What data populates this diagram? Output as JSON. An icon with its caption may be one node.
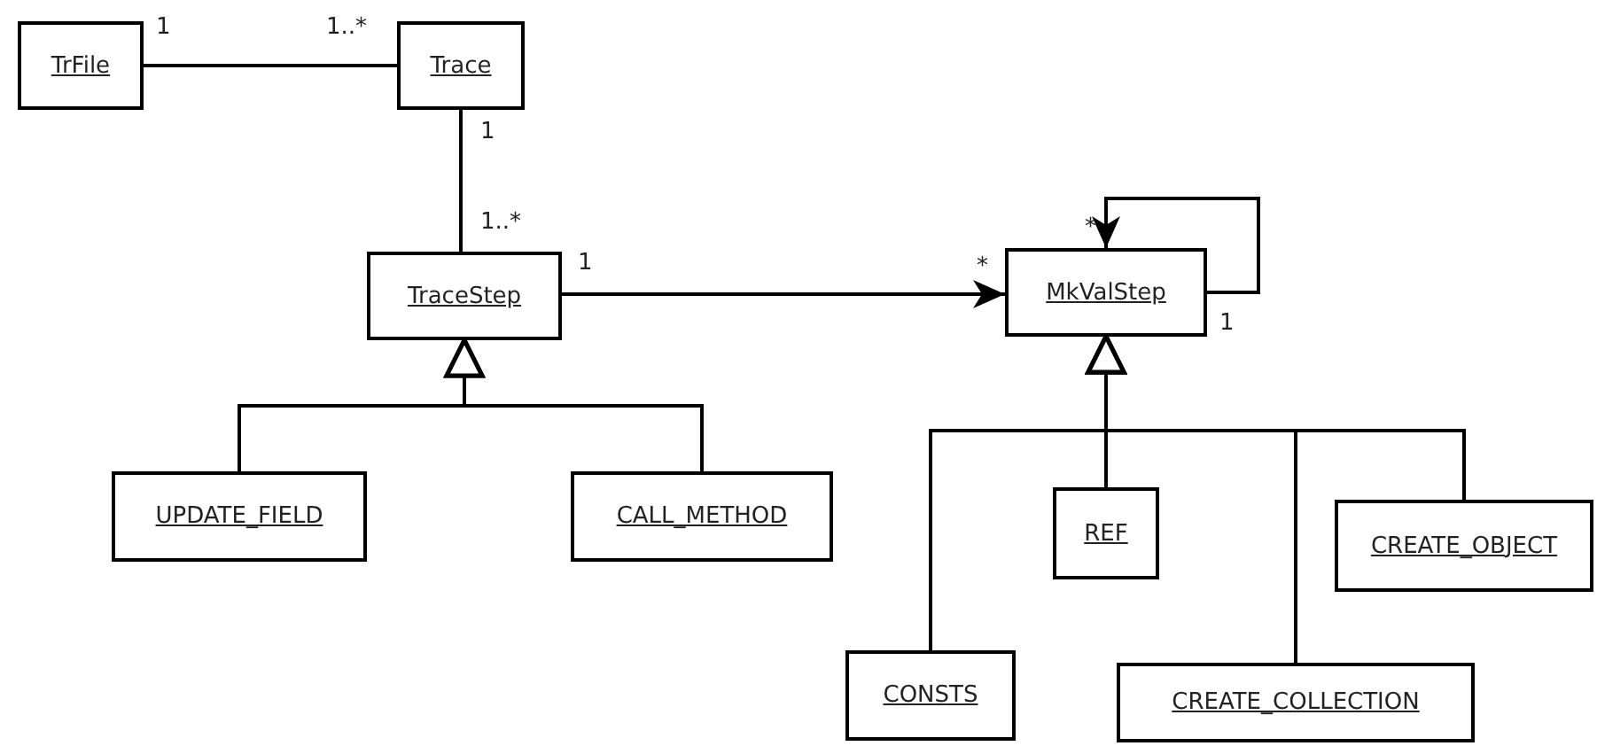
{
  "diagram": {
    "nodes": [
      {
        "text": [
          "TrFile"
        ]
      },
      {
        "text": [
          "Trace"
        ]
      },
      {
        "text": [
          "TraceStep"
        ]
      },
      {
        "text": [
          "MkValStep"
        ]
      },
      {
        "text": [
          "UPDATE_FIELD"
        ]
      },
      {
        "text": [
          "CALL_METHOD"
        ]
      },
      {
        "text": [
          "REF"
        ]
      },
      {
        "text": [
          "CREATE_OBJECT"
        ]
      },
      {
        "text": [
          "CONSTS"
        ]
      },
      {
        "text": [
          "CREATE_COLLECTION"
        ]
      }
    ],
    "edges": [
      {
        "from": 0,
        "to": 1,
        "arrow": "none"
      },
      {
        "from": 1,
        "to": 2,
        "arrow": "none"
      },
      {
        "from": 2,
        "to": 3,
        "arrow": "to"
      },
      {
        "from": 3,
        "to": 3,
        "arrow": "to"
      },
      {
        "from": 4,
        "to": 2,
        "arrow": "to"
      },
      {
        "from": 5,
        "to": 2,
        "arrow": "to"
      },
      {
        "from": 8,
        "to": 3,
        "arrow": "to"
      },
      {
        "from": 6,
        "to": 3,
        "arrow": "to"
      },
      {
        "from": 9,
        "to": 3,
        "arrow": "to"
      },
      {
        "from": 7,
        "to": 3,
        "arrow": "to"
      }
    ],
    "labels": [
      "1",
      "1..*",
      "1",
      "1..*",
      "1",
      "*",
      "*",
      "1"
    ]
  }
}
